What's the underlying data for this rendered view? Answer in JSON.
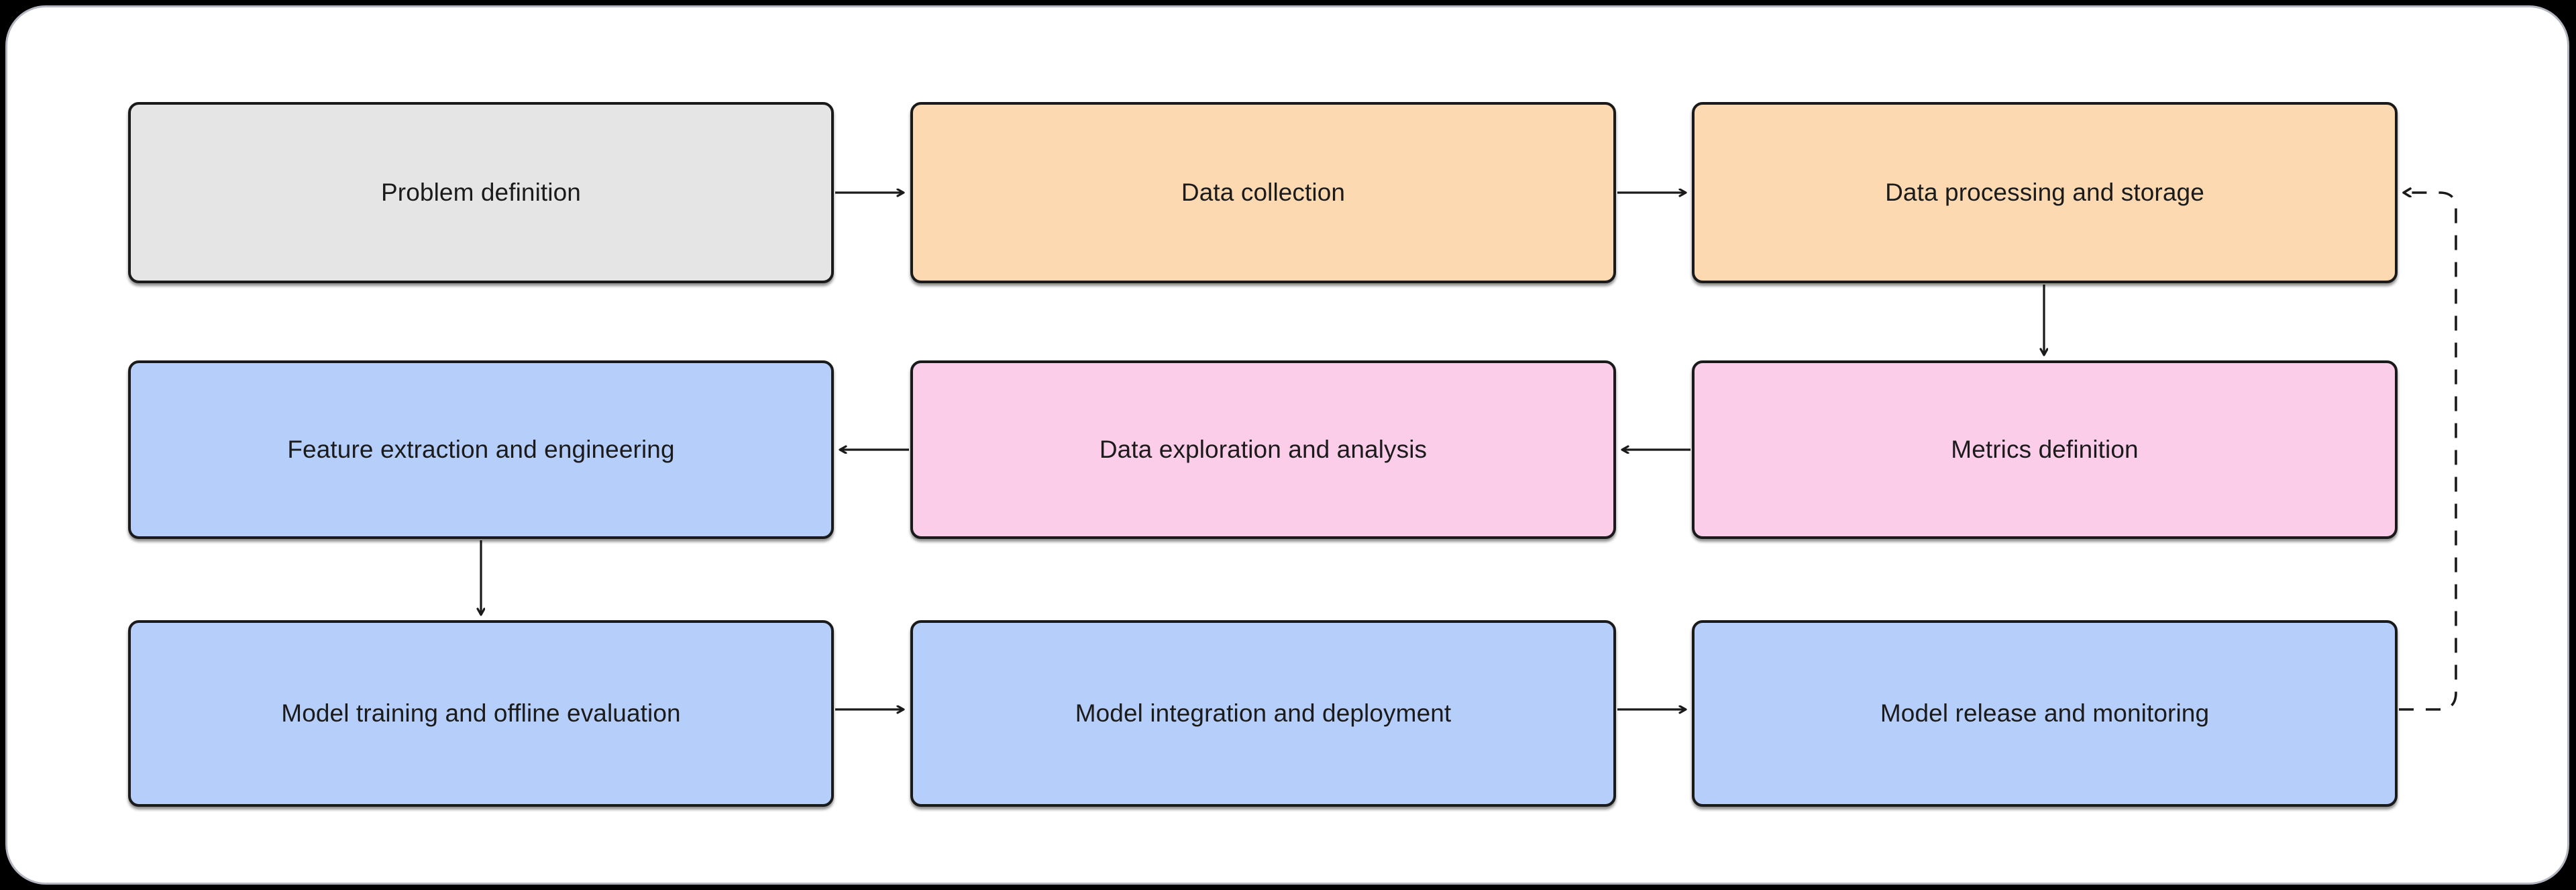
{
  "diagram": {
    "title": "Machine learning project lifecycle flowchart",
    "background_color": "#000000",
    "canvas_color": "#ffffff",
    "border_color": "#b3b5c0",
    "node_border_color": "#1a1a1a",
    "connector_color": "#1a1a1a",
    "palette": {
      "gray": "#e5e5e5",
      "orange": "#fcd9b1",
      "pink": "#fbcde9",
      "blue": "#b6cefa"
    },
    "nodes": [
      {
        "id": "problem-definition",
        "label": "Problem definition",
        "color": "#e5e5e5",
        "row": 1,
        "column": 1
      },
      {
        "id": "data-collection",
        "label": "Data collection",
        "color": "#fcd9b1",
        "row": 1,
        "column": 2
      },
      {
        "id": "data-processing-and-storage",
        "label": "Data processing and storage",
        "color": "#fcd9b1",
        "row": 1,
        "column": 3
      },
      {
        "id": "feature-extraction",
        "label": "Feature extraction and engineering",
        "color": "#b6cefa",
        "row": 2,
        "column": 1
      },
      {
        "id": "data-exploration",
        "label": "Data exploration and analysis",
        "color": "#fbcde9",
        "row": 2,
        "column": 2
      },
      {
        "id": "metrics-definition",
        "label": "Metrics definition",
        "color": "#fbcde9",
        "row": 2,
        "column": 3
      },
      {
        "id": "model-training",
        "label": "Model training and offline evaluation",
        "color": "#b6cefa",
        "row": 3,
        "column": 1
      },
      {
        "id": "model-integration",
        "label": "Model integration and deployment",
        "color": "#b6cefa",
        "row": 3,
        "column": 2
      },
      {
        "id": "model-release",
        "label": "Model release and monitoring",
        "color": "#b6cefa",
        "row": 3,
        "column": 3
      }
    ],
    "edges": [
      {
        "id": "e1",
        "from": "problem-definition",
        "to": "data-collection",
        "style": "solid",
        "direction": "right"
      },
      {
        "id": "e2",
        "from": "data-collection",
        "to": "data-processing-and-storage",
        "style": "solid",
        "direction": "right"
      },
      {
        "id": "e3",
        "from": "data-processing-and-storage",
        "to": "metrics-definition",
        "style": "solid",
        "direction": "down"
      },
      {
        "id": "e4",
        "from": "metrics-definition",
        "to": "data-exploration",
        "style": "solid",
        "direction": "left"
      },
      {
        "id": "e5",
        "from": "data-exploration",
        "to": "feature-extraction",
        "style": "solid",
        "direction": "left"
      },
      {
        "id": "e6",
        "from": "feature-extraction",
        "to": "model-training",
        "style": "solid",
        "direction": "down"
      },
      {
        "id": "e7",
        "from": "model-training",
        "to": "model-integration",
        "style": "solid",
        "direction": "right"
      },
      {
        "id": "e8",
        "from": "model-integration",
        "to": "model-release",
        "style": "solid",
        "direction": "right"
      },
      {
        "id": "e9",
        "from": "model-release",
        "to": "data-processing-and-storage",
        "style": "dashed",
        "direction": "feedback-loop"
      }
    ]
  }
}
